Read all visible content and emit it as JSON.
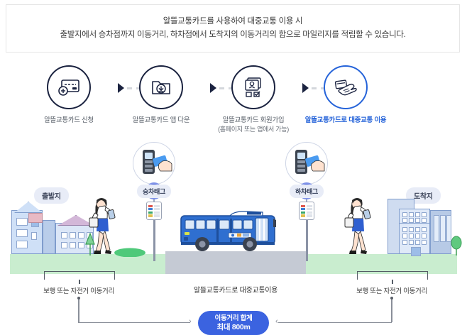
{
  "notice": {
    "line1": "알뜰교통카드를 사용하여 대중교통 이용 시",
    "line2": "출발지에서 승차점까지 이동거리, 하차점에서 도착지의 이동거리의 합으로 마일리지를 적립할 수 있습니다."
  },
  "steps": [
    {
      "label": "알뜰교통카드 신청",
      "sub": "",
      "icon": "card-plus-icon",
      "active": false
    },
    {
      "label": "알뜰교통카드 앱 다운",
      "sub": "",
      "icon": "folder-download-icon",
      "active": false
    },
    {
      "label": "알뜰교통카드 회원가입",
      "sub": "(홈페이지 또는 앱에서 가능)",
      "icon": "id-card-form-icon",
      "active": false
    },
    {
      "label": "알뜰교통카드로 대중교통 이용",
      "sub": "",
      "icon": "hand-tap-card-icon",
      "active": true
    }
  ],
  "scene": {
    "origin_label": "출발지",
    "destination_label": "도착지",
    "board_tag_label": "승차태그",
    "alight_tag_label": "하차태그"
  },
  "measures": {
    "left_label": "보행 또는 자전거 이동거리",
    "center_label": "알뜰교통카드로 대중교통이용",
    "right_label": "보행 또는 자전거 이동거리",
    "total_line1": "이동거리 합계",
    "total_line2": "최대 800m"
  },
  "colors": {
    "accent_blue": "#2563d9",
    "pill_blue": "#3b63e0",
    "dark_navy": "#1b2340",
    "ground_green": "#c9edcf",
    "road_gray": "#c5cad4",
    "label_chip": "#e8ecf7",
    "bus_blue": "#2f6fd0"
  }
}
